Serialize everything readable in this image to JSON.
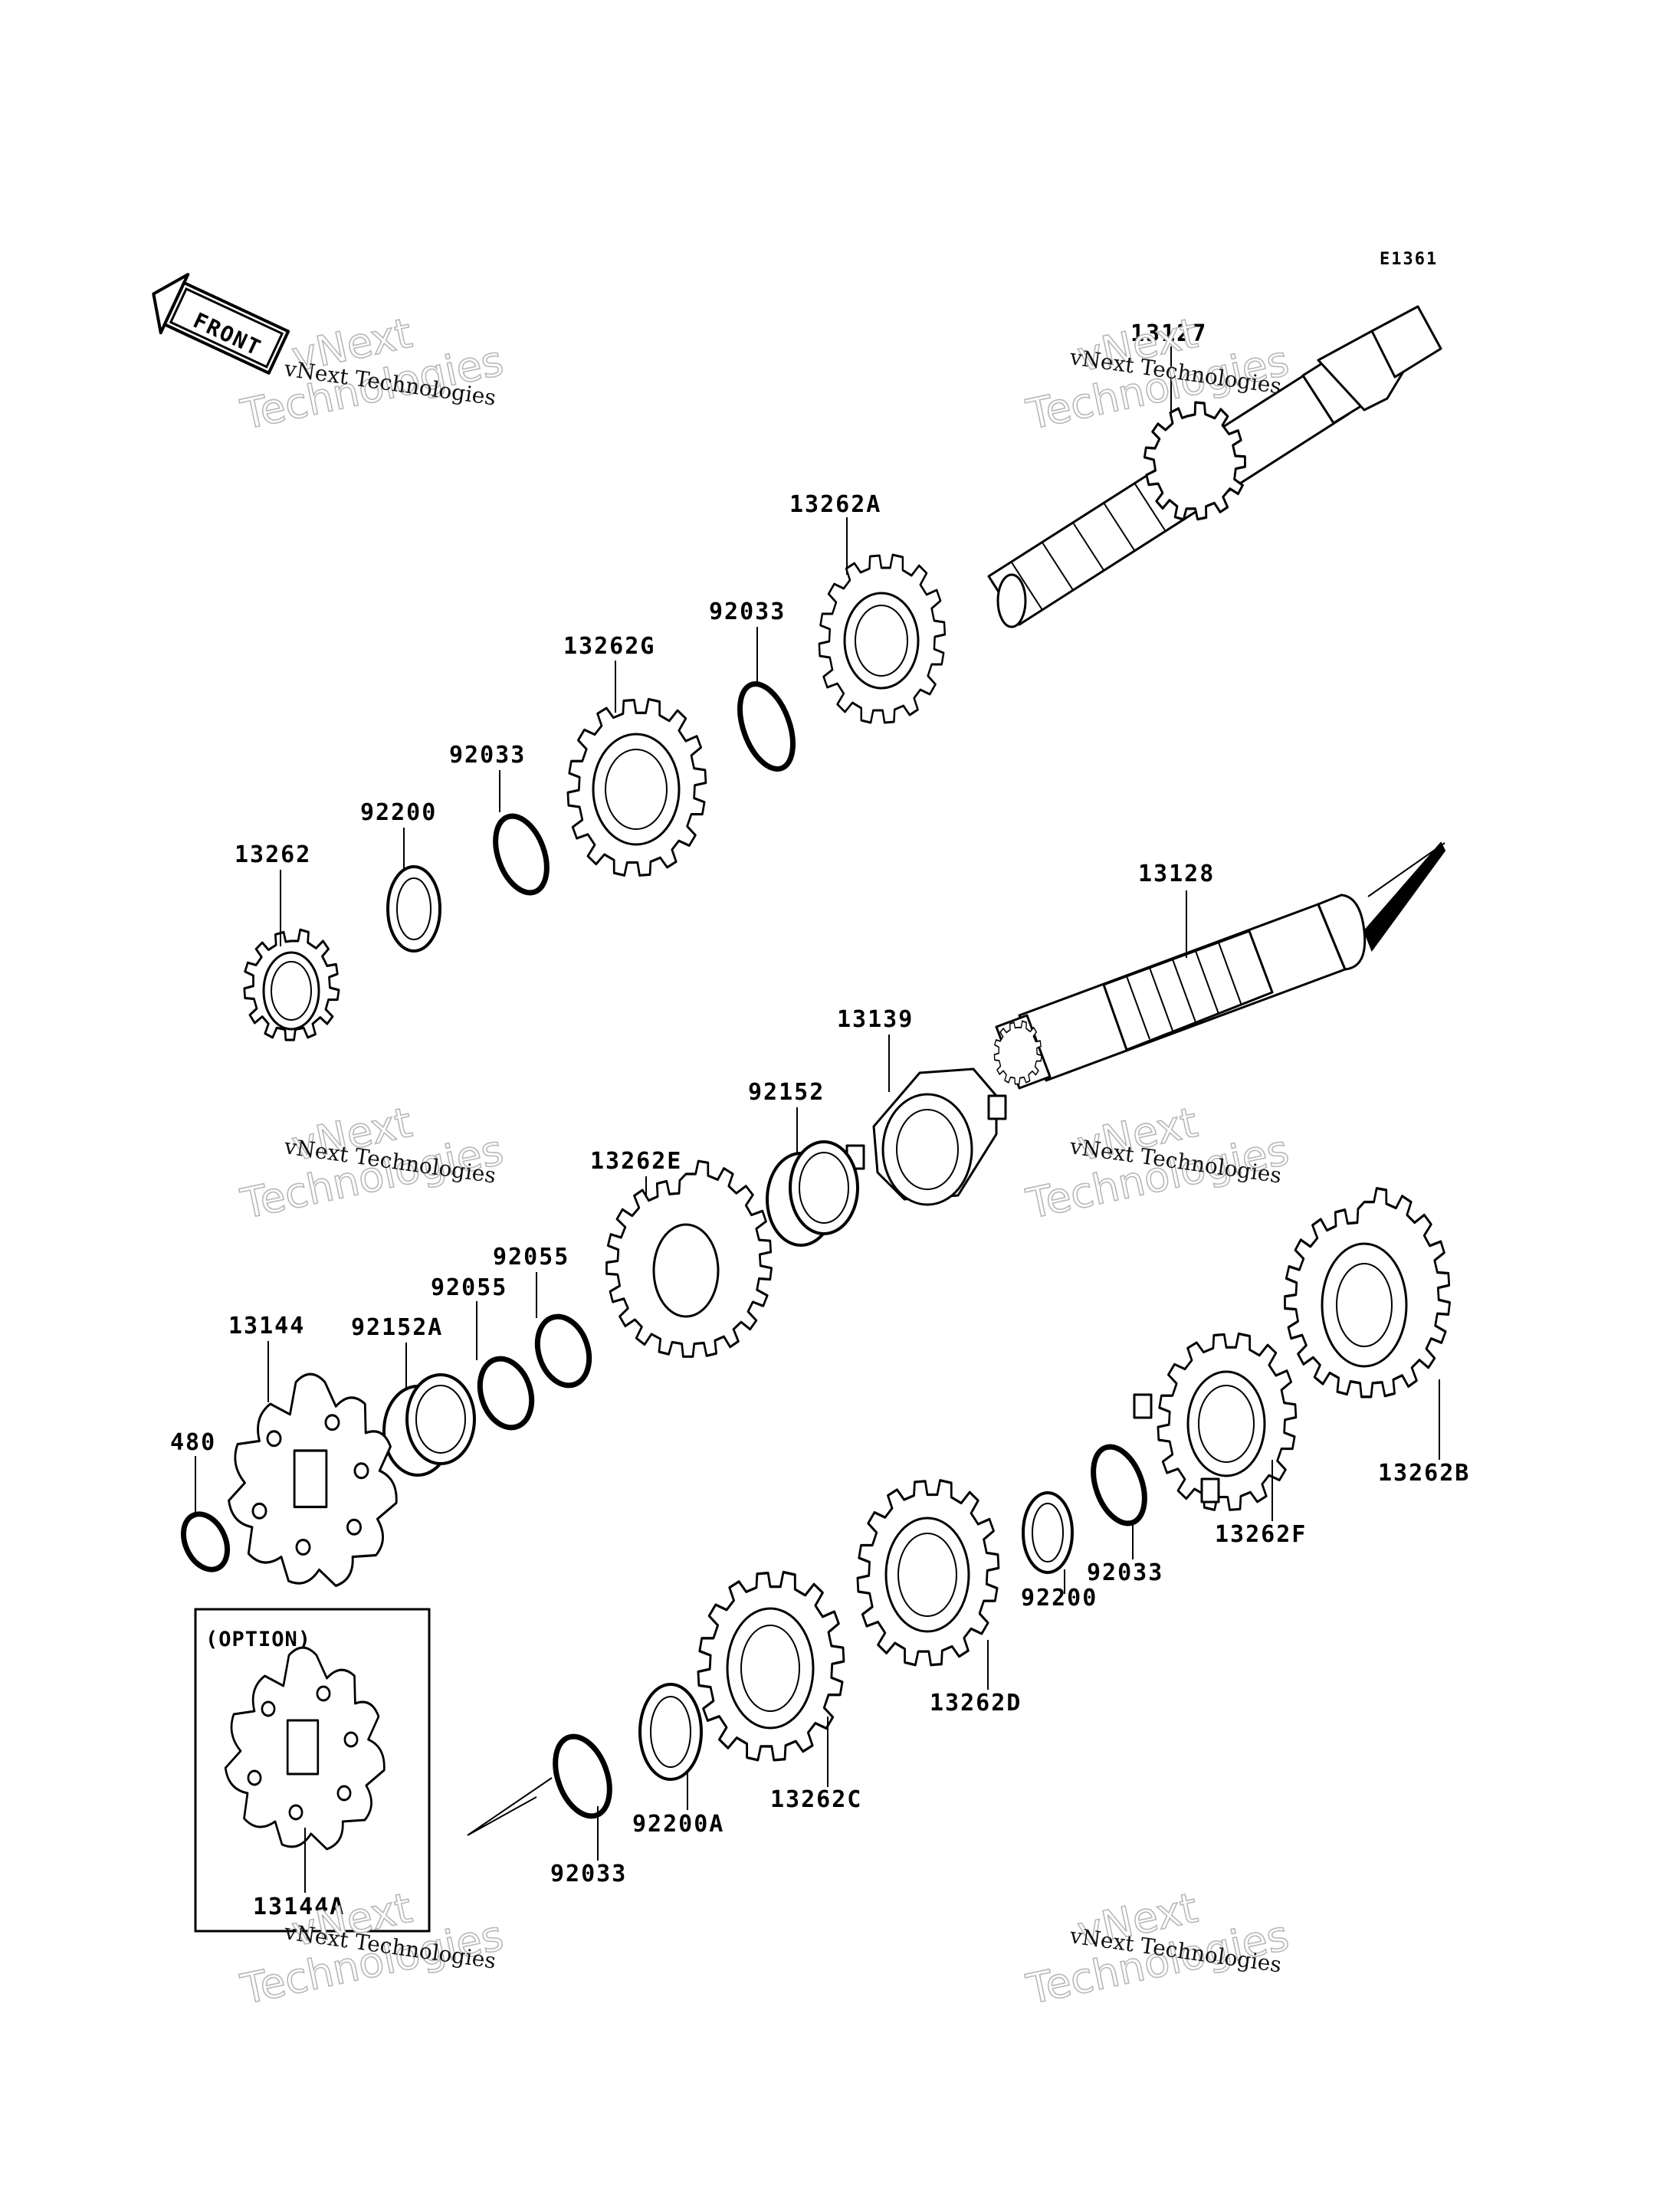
{
  "diagram": {
    "drawing_code": "E1361",
    "front_label": "FRONT",
    "option_label": "(OPTION)",
    "watermark": {
      "line1": "vNext",
      "line2": "Technologies",
      "line_small": "vNext Technologies"
    },
    "parts": [
      {
        "id": "13127",
        "label": "13127"
      },
      {
        "id": "13262A",
        "label": "13262A"
      },
      {
        "id": "92033-a",
        "label": "92033"
      },
      {
        "id": "13262G",
        "label": "13262G"
      },
      {
        "id": "92033-b",
        "label": "92033"
      },
      {
        "id": "92200-a",
        "label": "92200"
      },
      {
        "id": "13262",
        "label": "13262"
      },
      {
        "id": "13128",
        "label": "13128"
      },
      {
        "id": "13139",
        "label": "13139"
      },
      {
        "id": "92152",
        "label": "92152"
      },
      {
        "id": "13262E",
        "label": "13262E"
      },
      {
        "id": "92055-a",
        "label": "92055"
      },
      {
        "id": "92055-b",
        "label": "92055"
      },
      {
        "id": "92152A",
        "label": "92152A"
      },
      {
        "id": "13144",
        "label": "13144"
      },
      {
        "id": "480",
        "label": "480"
      },
      {
        "id": "13262B",
        "label": "13262B"
      },
      {
        "id": "13262F",
        "label": "13262F"
      },
      {
        "id": "92033-c",
        "label": "92033"
      },
      {
        "id": "92200-b",
        "label": "92200"
      },
      {
        "id": "13262D",
        "label": "13262D"
      },
      {
        "id": "13262C",
        "label": "13262C"
      },
      {
        "id": "92200A",
        "label": "92200A"
      },
      {
        "id": "92033-d",
        "label": "92033"
      },
      {
        "id": "13144A",
        "label": "13144A"
      }
    ]
  }
}
